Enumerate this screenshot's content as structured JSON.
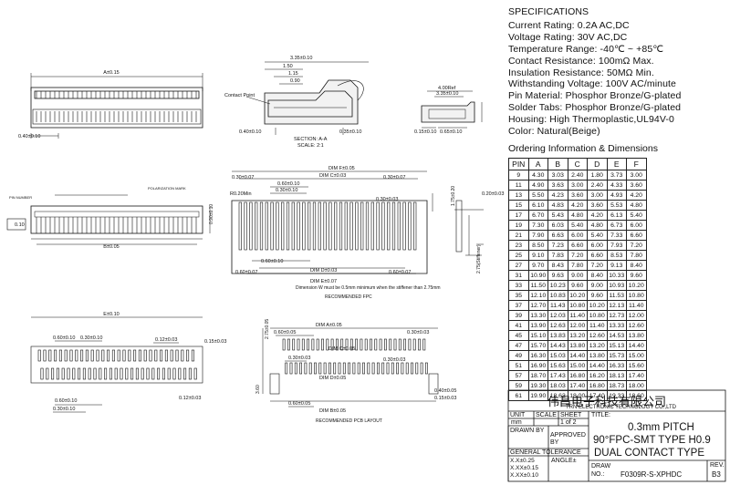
{
  "specifications": {
    "heading": "SPECIFICATIONS",
    "lines": [
      "Current Rating: 0.2A AC,DC",
      "Voltage Rating: 30V AC,DC",
      "Temperature Range: -40℃ ~ +85℃",
      "Contact Resistance: 100mΩ Max.",
      "Insulation Resistance: 50MΩ Min.",
      "Withstanding Voltage: 100V AC/minute",
      "Pin Material: Phosphor Bronze/G-plated",
      "Solder Tabs: Phosphor Bronze/G-plated",
      "Housing: High Thermoplastic,UL94V-0",
      "Color: Natural(Beige)"
    ]
  },
  "ordering": {
    "heading": "Ordering Information & Dimensions",
    "columns": [
      "PIN",
      "A",
      "B",
      "C",
      "D",
      "E",
      "F"
    ],
    "rows": [
      [
        "9",
        "4.30",
        "3.03",
        "2.40",
        "1.80",
        "3.73",
        "3.00"
      ],
      [
        "11",
        "4.90",
        "3.63",
        "3.00",
        "2.40",
        "4.33",
        "3.60"
      ],
      [
        "13",
        "5.50",
        "4.23",
        "3.60",
        "3.00",
        "4.93",
        "4.20"
      ],
      [
        "15",
        "6.10",
        "4.83",
        "4.20",
        "3.60",
        "5.53",
        "4.80"
      ],
      [
        "17",
        "6.70",
        "5.43",
        "4.80",
        "4.20",
        "6.13",
        "5.40"
      ],
      [
        "19",
        "7.30",
        "6.03",
        "5.40",
        "4.80",
        "6.73",
        "6.00"
      ],
      [
        "21",
        "7.90",
        "6.63",
        "6.00",
        "5.40",
        "7.33",
        "6.60"
      ],
      [
        "23",
        "8.50",
        "7.23",
        "6.60",
        "6.00",
        "7.93",
        "7.20"
      ],
      [
        "25",
        "9.10",
        "7.83",
        "7.20",
        "6.60",
        "8.53",
        "7.80"
      ],
      [
        "27",
        "9.70",
        "8.43",
        "7.80",
        "7.20",
        "9.13",
        "8.40"
      ],
      [
        "31",
        "10.90",
        "9.63",
        "9.00",
        "8.40",
        "10.33",
        "9.60"
      ],
      [
        "33",
        "11.50",
        "10.23",
        "9.60",
        "9.00",
        "10.93",
        "10.20"
      ],
      [
        "35",
        "12.10",
        "10.83",
        "10.20",
        "9.60",
        "11.53",
        "10.80"
      ],
      [
        "37",
        "12.70",
        "11.43",
        "10.80",
        "10.20",
        "12.13",
        "11.40"
      ],
      [
        "39",
        "13.30",
        "12.03",
        "11.40",
        "10.80",
        "12.73",
        "12.00"
      ],
      [
        "41",
        "13.90",
        "12.63",
        "12.00",
        "11.40",
        "13.33",
        "12.60"
      ],
      [
        "45",
        "15.10",
        "13.83",
        "13.20",
        "12.60",
        "14.53",
        "13.80"
      ],
      [
        "47",
        "15.70",
        "14.43",
        "13.80",
        "13.20",
        "15.13",
        "14.40"
      ],
      [
        "49",
        "16.30",
        "15.03",
        "14.40",
        "13.80",
        "15.73",
        "15.00"
      ],
      [
        "51",
        "16.90",
        "15.63",
        "15.00",
        "14.40",
        "16.33",
        "15.60"
      ],
      [
        "57",
        "18.70",
        "17.43",
        "16.80",
        "16.20",
        "18.13",
        "17.40"
      ],
      [
        "59",
        "19.30",
        "18.03",
        "17.40",
        "16.80",
        "18.73",
        "18.00"
      ],
      [
        "61",
        "19.90",
        "18.63",
        "18.00",
        "17.40",
        "19.33",
        "18.60"
      ]
    ]
  },
  "title_block": {
    "company_cn": "伟昌电子科技有限公司",
    "company_en": "TRN ELECTRONIC TECHNOLOGY CO.,LTD",
    "unit_label": "UNIT",
    "unit_value": "mm",
    "scale_label": "SCALE",
    "sheet_label": "SHEET",
    "sheet_value": "1 of 2",
    "title_label": "TITLE:",
    "drawn_by": "DRAWN BY",
    "approved_by": "APPROVED BY",
    "title_lines": [
      "0.3mm PITCH",
      "90°FPC-SMT TYPE H0.9",
      "DUAL CONTACT TYPE"
    ],
    "general_tolerance": "GENERAL TOLERANCE",
    "tolerances": [
      "X.X±0.25",
      "X.XX±0.15",
      "X.XX±0.10"
    ],
    "angle": "ANGLE±",
    "drawing_no_label": "DRAW NO.:",
    "drawing_no": "F0309R-S-XPHDC",
    "rev_label": "REV.",
    "rev": "B3"
  },
  "drawing_labels": {
    "top_view_dim": "A±0.15",
    "bottom_view_dim": "B±0.05",
    "pin_number": "PIN NUMBER",
    "polarization_mark": "POLARIZATION MARK",
    "dim_0_10": "0.10",
    "dim_0_40": "0.40±0.10",
    "section_title": "SECTION: A-A",
    "section_scale": "SCALE: 2:1",
    "contact_point": "Contact Point",
    "dim_3_35": "3.35±0.10",
    "dim_1_50": "1.50",
    "dim_1_15": "1.15",
    "dim_0_90": "0.90",
    "dim_0_35": "0.35±0.10",
    "dim_4_00": "4.00Ref",
    "dim_3_35b": "3.35±0.10",
    "dim_0_15": "0.15±0.10",
    "dim_0_65": "0.65±0.10",
    "dim_0_50": "0.50±0.05",
    "dim_0_30": "0.30±0.07",
    "fpc_dim_f": "DIM F±0.05",
    "fpc_dim_c": "DIM C±0.03",
    "fpc_dim_d": "DIM D±0.03",
    "fpc_dim_e": "DIM E±0.07",
    "fpc_r": "R0.20Min",
    "fpc_note": "Dimension W must be 0.5mm minimum when the stiffener than 2.75mm",
    "fpc_title": "RECOMMENDED FPC",
    "pcb_title": "RECOMMENDED PCB LAYOUT",
    "pcb_dim_e": "E±0.10",
    "pcb_dim_a": "DIM A±0.05",
    "pcb_dim_b": "DIM B±0.05",
    "pcb_dim_c": "DIM C±0.05",
    "pcb_dim_d": "DIM D±0.05",
    "dim_0_60": "0.60±0.10",
    "dim_0_30b": "0.30±0.10",
    "dim_0_12": "0.12±0.03",
    "dim_0_15b": "0.15±0.03",
    "dim_0_60c": "0.60±0.05",
    "dim_0_30c": "0.30±0.03",
    "dim_0_40c": "0.40±0.05",
    "dim_0_15c": "0.15±0.03",
    "dim_3_60": "3.60",
    "dim_2_75": "2.75±0.05",
    "stiffener": "2.75(Stiffener)",
    "dim_1_75": "1.75±0.20",
    "dim_0_20": "0.20±0.03",
    "dim_0_30d": "0.30±0.03",
    "dim_0_60e": "0.60±0.07",
    "dim_0_90b": "0.90±0.10"
  }
}
